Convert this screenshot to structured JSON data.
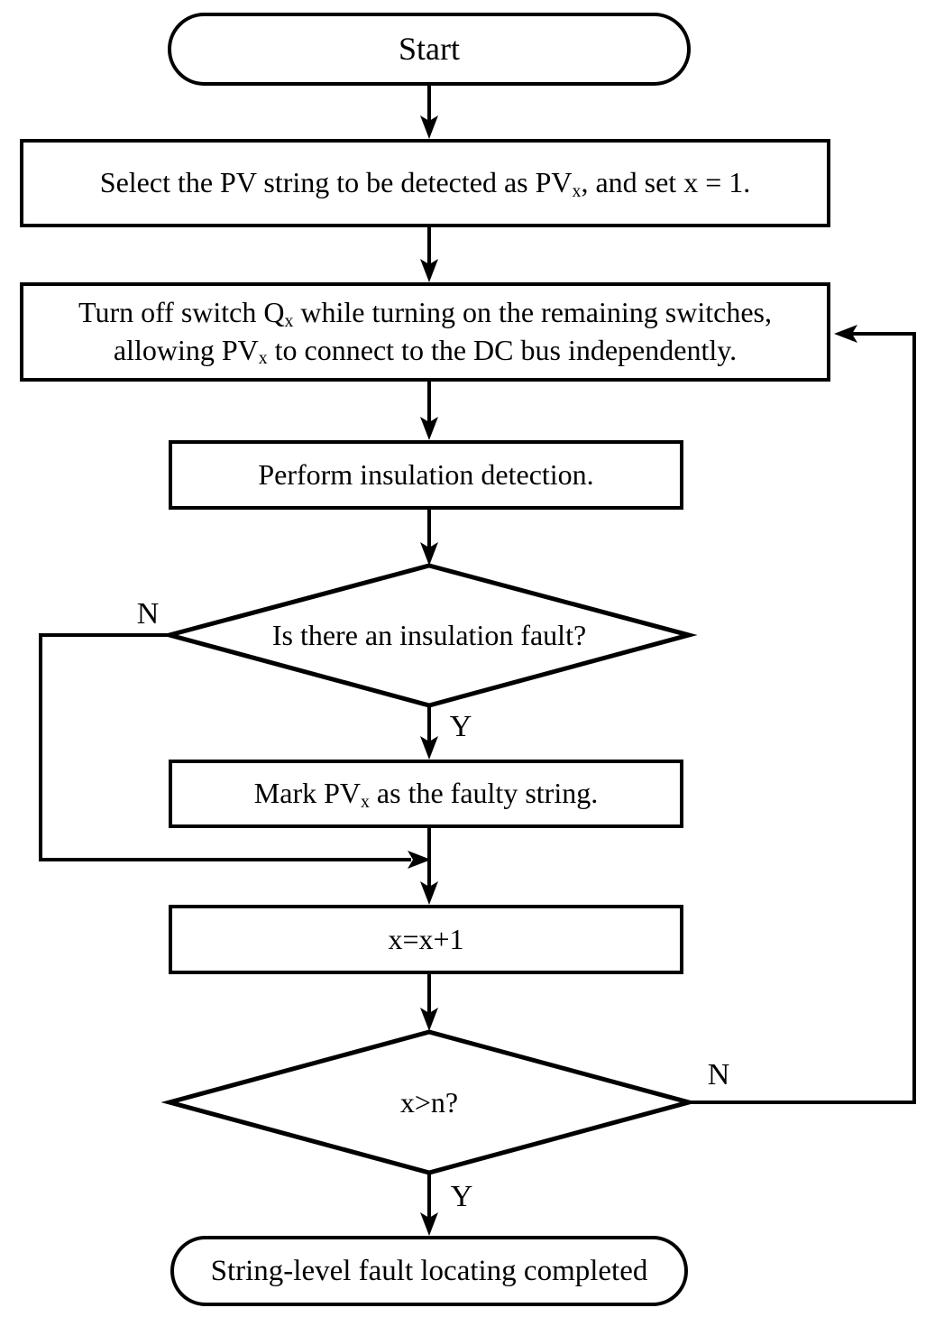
{
  "flowchart": {
    "colors": {
      "stroke": "#000000",
      "fill": "#ffffff"
    },
    "nodes": {
      "start": {
        "label": "Start"
      },
      "select_string": {
        "text_pre": "Select the PV string to be detected as PV",
        "text_sub": "x",
        "text_post": ", and set x = 1."
      },
      "switch_config": {
        "line1_pre": "Turn off switch Q",
        "line1_sub": "x",
        "line1_post": " while turning on the remaining switches,",
        "line2_pre": "allowing PV",
        "line2_sub": "x",
        "line2_post": " to connect to the DC bus independently."
      },
      "insulation_detection": {
        "label": "Perform insulation detection."
      },
      "fault_decision": {
        "label": "Is there an insulation fault?"
      },
      "mark_faulty": {
        "text_pre": "Mark PV",
        "text_sub": "x",
        "text_post": " as the faulty string."
      },
      "increment": {
        "label": "x=x+1"
      },
      "loop_decision": {
        "label": "x>n?"
      },
      "end": {
        "label": "String-level fault locating completed"
      }
    },
    "branch_labels": {
      "fault_no": "N",
      "fault_yes": "Y",
      "loop_no": "N",
      "loop_yes": "Y"
    }
  }
}
